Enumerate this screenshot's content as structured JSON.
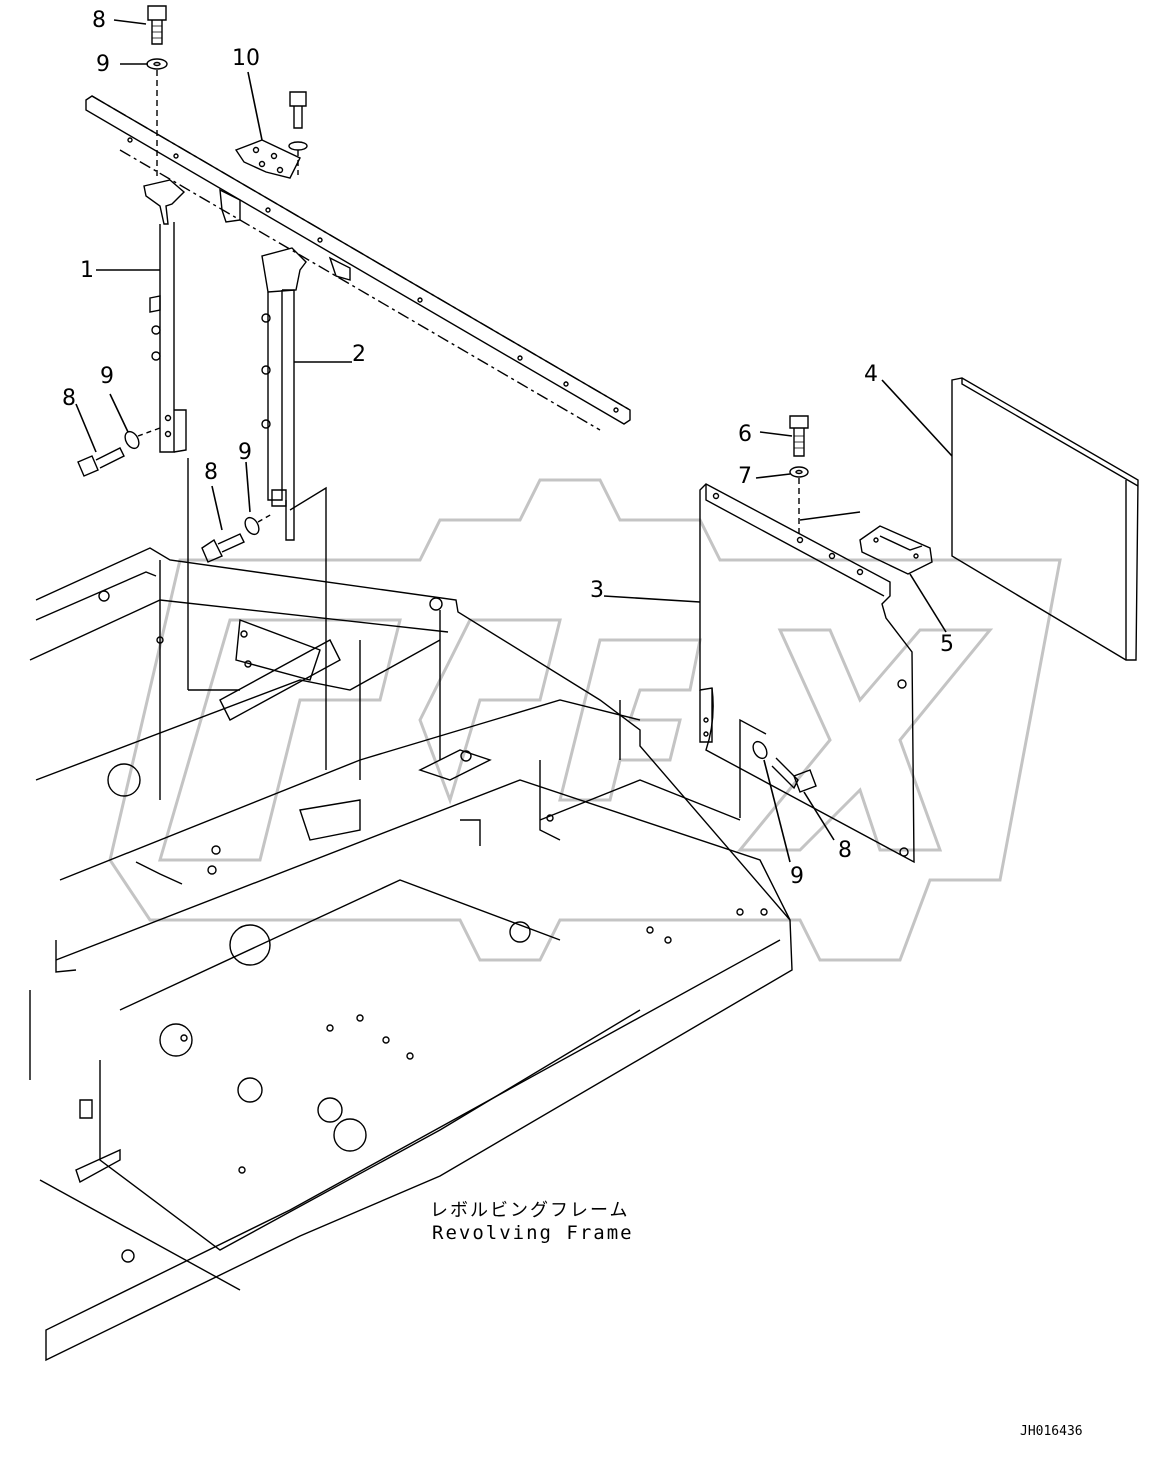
{
  "callouts": {
    "c1": "1",
    "c2": "2",
    "c3": "3",
    "c4": "4",
    "c5": "5",
    "c6": "6",
    "c7": "7",
    "c8": "8",
    "c9": "9",
    "c10": "10"
  },
  "frame_label": {
    "jp": "レボルビングフレーム",
    "en": "Revolving Frame"
  },
  "drawing_number": "JH016436",
  "watermark": "OPEX",
  "colors": {
    "line": "#000000",
    "watermark": "#bfbfbf",
    "background": "#ffffff"
  }
}
